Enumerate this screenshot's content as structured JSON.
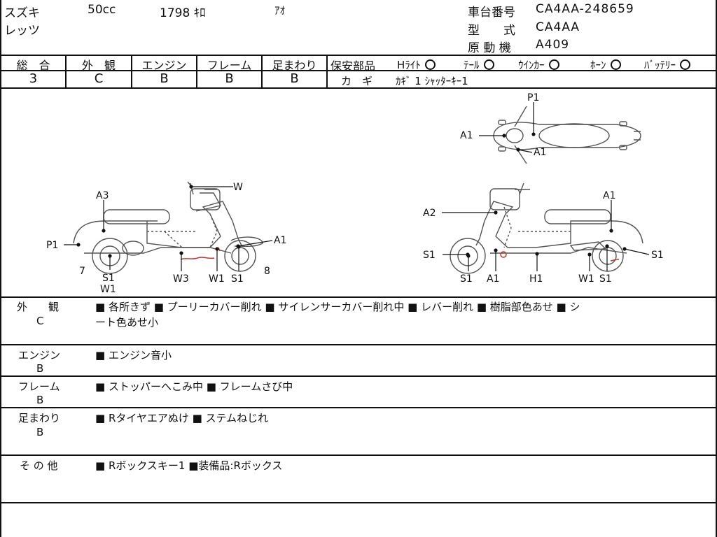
{
  "header": {
    "maker": "スズキ",
    "displacement": "50cc",
    "mileage": "1798 ｷﾛ",
    "color": "ｱｵ",
    "model_name": "レッツ",
    "frame_no_label": "車台番号",
    "frame_no_value": "CA4AA-248659",
    "type_label": "型　　式",
    "type_value": "CA4AA",
    "engine_label": "原 動 機",
    "engine_value": "A409"
  },
  "grades": {
    "overall": {
      "label": "総　合",
      "value": "3"
    },
    "exterior": {
      "label": "外　観",
      "value": "C"
    },
    "engine": {
      "label": "エンジン",
      "value": "B"
    },
    "frame": {
      "label": "フレーム",
      "value": "B"
    },
    "suspension": {
      "label": "足まわり",
      "value": "B"
    }
  },
  "safety": {
    "label": "保安部品",
    "items": [
      "Hﾗｲﾄ",
      "ﾃｰﾙ",
      "ｳｲﾝｶｰ",
      "ﾎｰﾝ",
      "ﾊﾞｯﾃﾘｰ"
    ],
    "key_label": "カ　ギ",
    "key_value": "ｶｷﾞ 1 ｼｬｯﾀｰｷｰ1"
  },
  "diagram_labels": {
    "left": [
      "A3",
      "W",
      "P1",
      "A1",
      "7",
      "S1",
      "W1",
      "W3",
      "W1",
      "S1",
      "8"
    ],
    "right": [
      "A2",
      "A1",
      "S1",
      "S1",
      "A1",
      "H1",
      "W1",
      "S1",
      "S1"
    ],
    "top": [
      "P1",
      "A1",
      "A1"
    ]
  },
  "notes": [
    {
      "label": "外　　観",
      "grade": "C",
      "text": "■ 各所きず ■ プーリーカバー削れ ■ サイレンサーカバー削れ中 ■ レバー削れ ■ 樹脂部色あせ ■ シ",
      "text2": "ート色あせ小"
    },
    {
      "label": "エンジン",
      "grade": "B",
      "text": "■ エンジン音小"
    },
    {
      "label": "フレーム",
      "grade": "B",
      "text": "■ ストッパーへこみ中 ■ フレームさび中"
    },
    {
      "label": "足まわり",
      "grade": "B",
      "text": "■ Rタイヤエアぬけ ■ ステムねじれ"
    },
    {
      "label": "そ の 他",
      "grade": "",
      "text": "■ Rボックスキー1 ■装備品:Rボックス"
    }
  ]
}
